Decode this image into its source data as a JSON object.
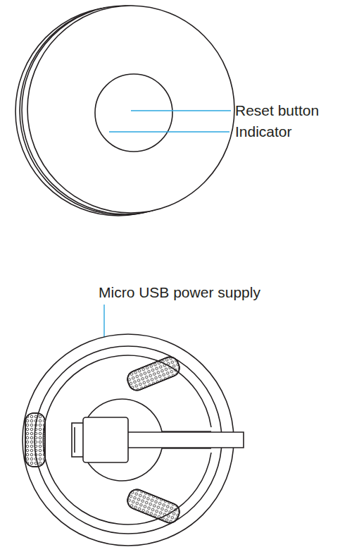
{
  "diagram": {
    "labels": [
      "Reset button",
      "Indicator",
      "Micro USB power supply"
    ]
  }
}
